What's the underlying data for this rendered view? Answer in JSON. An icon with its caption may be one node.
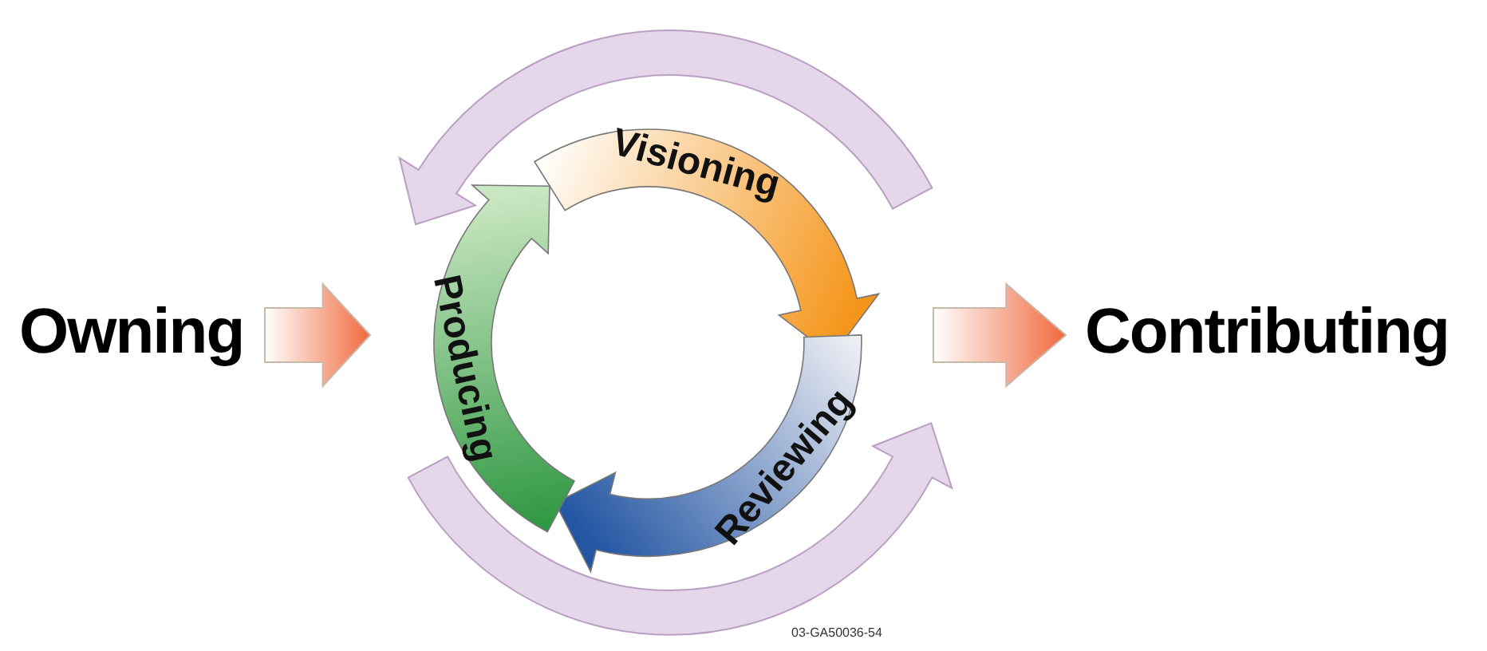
{
  "diagram": {
    "nodes": [
      {
        "text": [
          "Owning"
        ]
      },
      {
        "text": [
          "Contributing"
        ]
      },
      {
        "text": [
          "Visioning"
        ]
      },
      {
        "text": [
          "Reviewing"
        ]
      },
      {
        "text": [
          "Producing"
        ]
      }
    ],
    "edges": [
      {
        "from": 0,
        "to": null,
        "arrow": "to"
      },
      {
        "from": null,
        "to": 1,
        "arrow": "to"
      },
      {
        "from": 2,
        "to": 4,
        "arrow": "to",
        "style": "thick",
        "color": "#e6d6ea"
      },
      {
        "from": 4,
        "to": 3,
        "arrow": "to",
        "style": "thick",
        "color": "#e6d6ea"
      }
    ],
    "labels": [
      "03-GA50036-54"
    ]
  }
}
